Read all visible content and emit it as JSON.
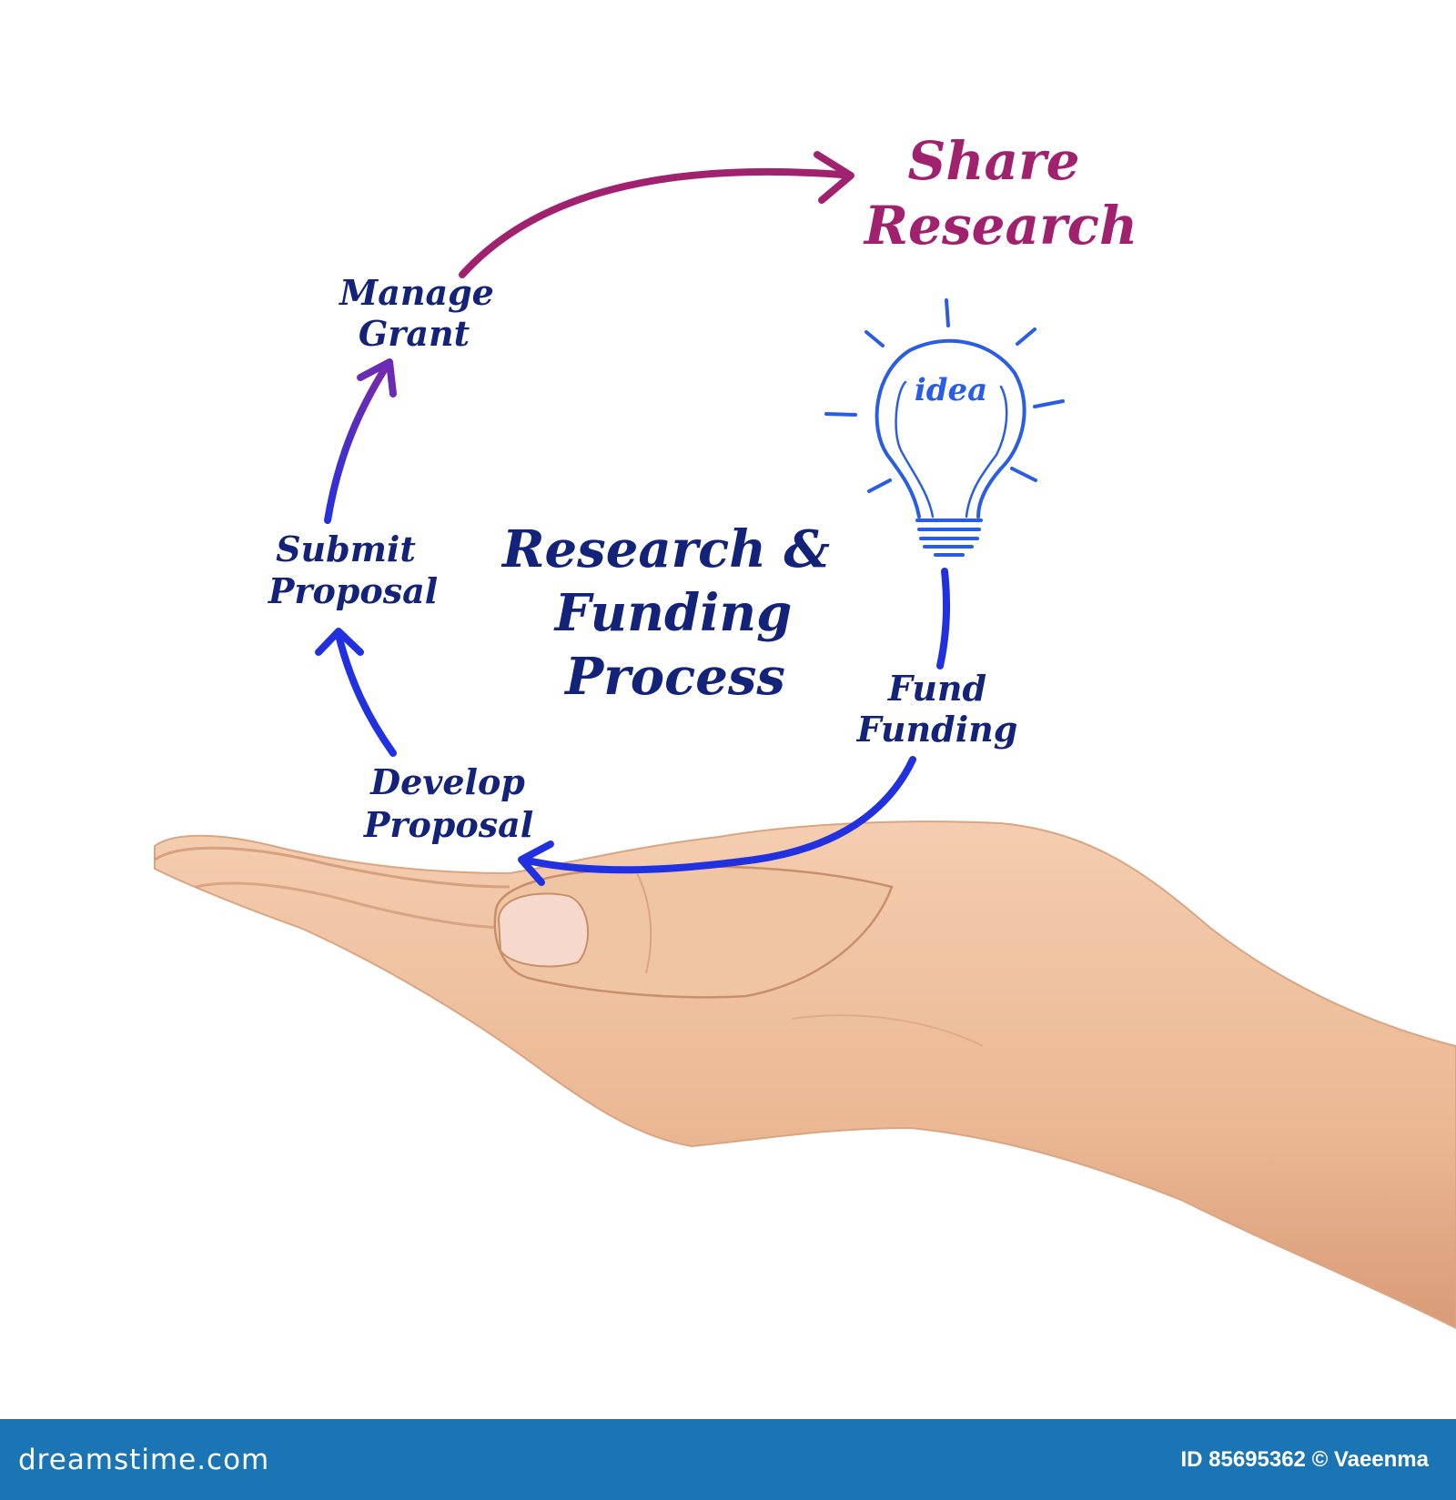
{
  "diagram": {
    "title_lines": [
      "Research &",
      "Funding",
      "Process"
    ],
    "steps": [
      {
        "id": "share-research",
        "lines": [
          "Share",
          "Research"
        ]
      },
      {
        "id": "manage-grant",
        "lines": [
          "Manage",
          "Grant"
        ]
      },
      {
        "id": "submit-proposal",
        "lines": [
          "Submit",
          "Proposal"
        ]
      },
      {
        "id": "develop-proposal",
        "lines": [
          "Develop",
          "Proposal"
        ]
      },
      {
        "id": "fund-funding",
        "lines": [
          "Fund",
          "Funding"
        ]
      }
    ],
    "bulb_label": "idea"
  },
  "colors": {
    "navy_text": "#13237a",
    "magenta": "#a0226e",
    "purple": "#6a2bb5",
    "blue": "#2231e0",
    "bulb_blue": "#2a5de6",
    "skin": "#efc1a0",
    "skin_shadow": "#d99b78",
    "footer_bg": "#1b75b5"
  },
  "footer": {
    "logo": "dreamstime.com",
    "credit": "ID 85695362 © Vaeenma"
  }
}
